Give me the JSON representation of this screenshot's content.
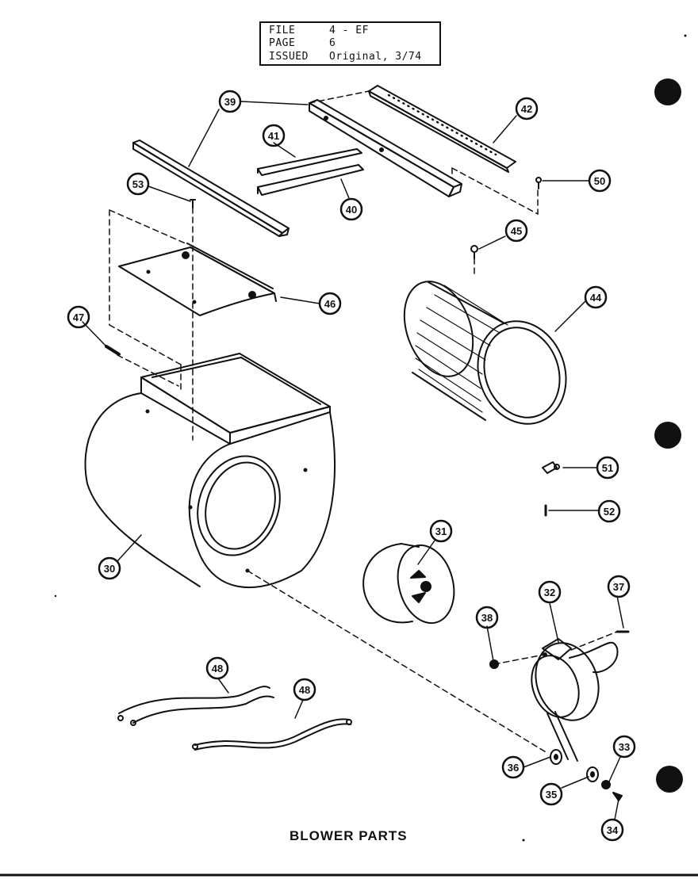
{
  "header": {
    "file_label": "FILE",
    "file_value": "4 - EF",
    "page_label": "PAGE",
    "page_value": "6",
    "issued_label": "ISSUED",
    "issued_value": "Original, 3/74"
  },
  "caption": "BLOWER PARTS",
  "callouts": {
    "c30": "30",
    "c31": "31",
    "c32": "32",
    "c33": "33",
    "c34": "34",
    "c35": "35",
    "c36": "36",
    "c37": "37",
    "c38": "38",
    "c39": "39",
    "c40": "40",
    "c41": "41",
    "c42": "42",
    "c44": "44",
    "c45": "45",
    "c46": "46",
    "c47": "47",
    "c48a": "48",
    "c48b": "48",
    "c50": "50",
    "c51": "51",
    "c52": "52",
    "c53": "53"
  },
  "colors": {
    "ink": "#111111",
    "paper": "#ffffff"
  }
}
